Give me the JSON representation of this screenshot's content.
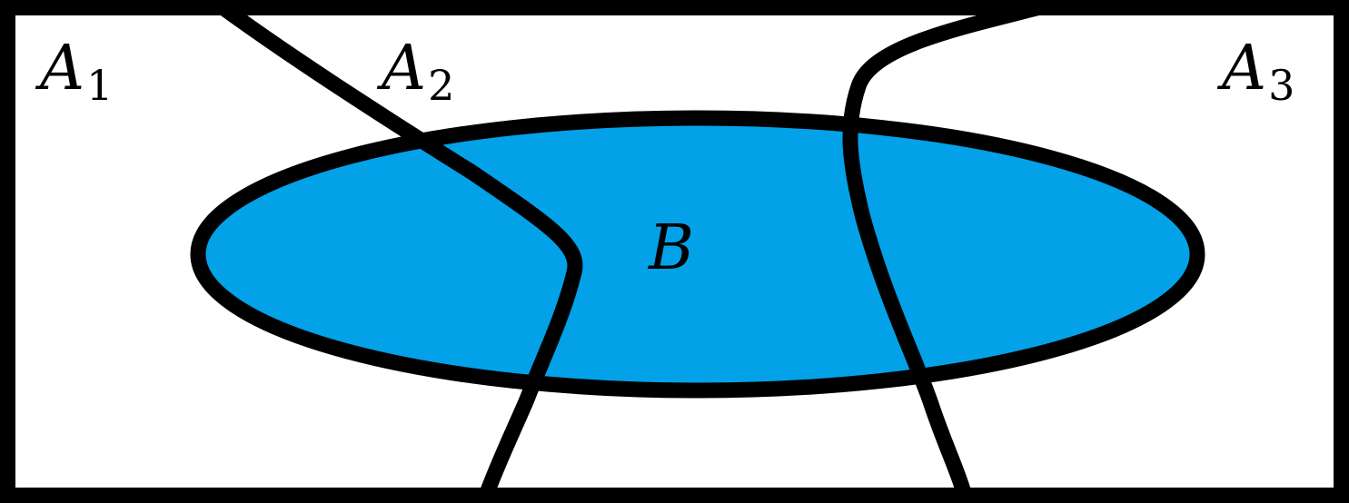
{
  "labels": {
    "a1": {
      "letter": "A",
      "subscript": "1"
    },
    "a2": {
      "letter": "A",
      "subscript": "2"
    },
    "a3": {
      "letter": "A",
      "subscript": "3"
    },
    "b": "B"
  },
  "colors": {
    "set_b_fill": "#03a2e8",
    "outline": "#000000",
    "background": "#ffffff"
  }
}
